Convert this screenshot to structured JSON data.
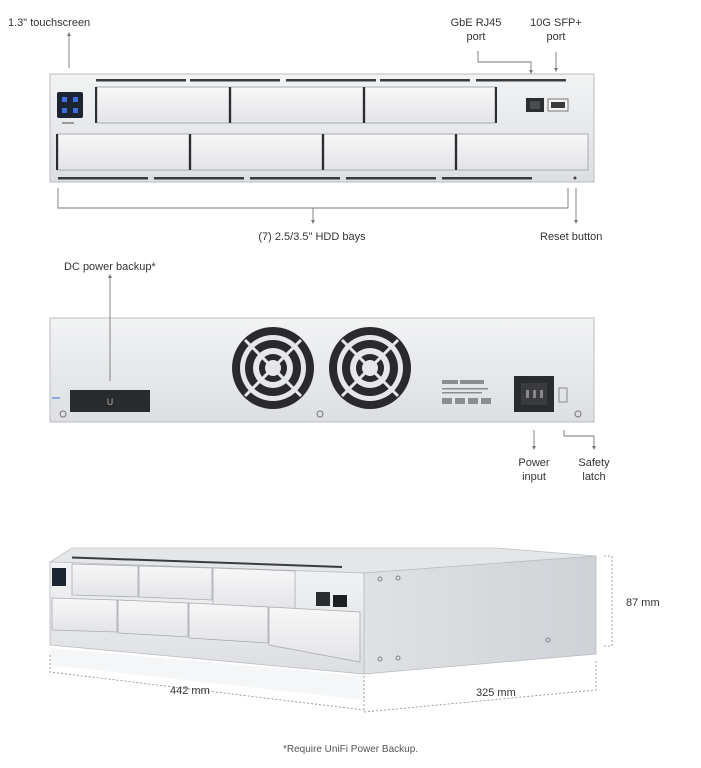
{
  "front": {
    "touchscreen": "1.3\" touchscreen",
    "gbe_port": [
      "GbE RJ45",
      "port"
    ],
    "sfp_port": [
      "10G SFP+",
      "port"
    ],
    "hdd_bays": "(7) 2.5/3.5\" HDD bays",
    "reset": "Reset button"
  },
  "rear": {
    "dc_backup": "DC power backup*",
    "power_input": [
      "Power",
      "input"
    ],
    "safety_latch": [
      "Safety",
      "latch"
    ]
  },
  "dimensions": {
    "width": "442 mm",
    "depth": "325 mm",
    "height": "87 mm"
  },
  "footnote": "*Require UniFi Power Backup.",
  "colors": {
    "chassis": "#e9eaec",
    "chassis_dark": "#d4d6d9",
    "line": "#8a8d91",
    "fan": "#2a2a2c"
  }
}
